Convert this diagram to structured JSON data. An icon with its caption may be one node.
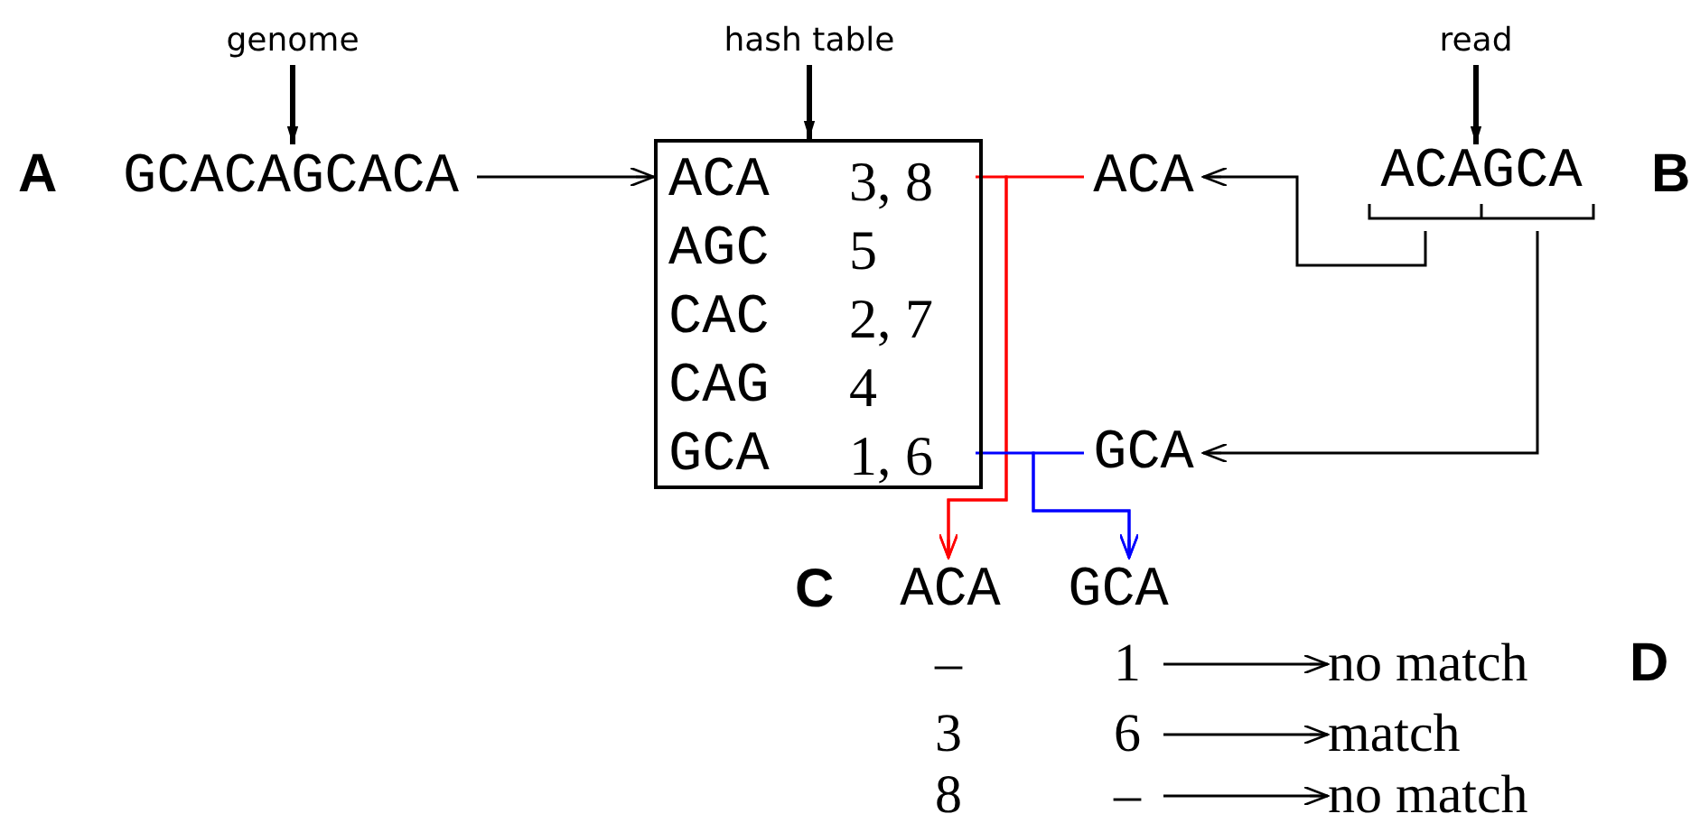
{
  "diagram": {
    "nodes": [
      {
        "text": [
          "genome"
        ]
      },
      {
        "text": [
          "GCACAGCACA"
        ]
      },
      {
        "text": [
          "hash table"
        ]
      },
      {
        "text": [],
        "shape": "box"
      },
      {
        "text": [
          "ACA",
          "3, 8"
        ],
        "in": 3
      },
      {
        "text": [
          "AGC",
          "5"
        ],
        "in": 3
      },
      {
        "text": [
          "CAC",
          "2, 7"
        ],
        "in": 3
      },
      {
        "text": [
          "CAG",
          "4"
        ],
        "in": 3
      },
      {
        "text": [
          "GCA",
          "1, 6"
        ],
        "in": 3
      },
      {
        "text": [
          "read"
        ]
      },
      {
        "text": [
          "ACAGCA"
        ]
      },
      {
        "text": [
          "ACA"
        ]
      },
      {
        "text": [
          "GCA"
        ]
      },
      {
        "text": [
          "ACA"
        ]
      },
      {
        "text": [
          "GCA"
        ]
      },
      {
        "text": [
          "–"
        ]
      },
      {
        "text": [
          "1"
        ]
      },
      {
        "text": [
          "no match"
        ]
      },
      {
        "text": [
          "3"
        ]
      },
      {
        "text": [
          "6"
        ]
      },
      {
        "text": [
          "match"
        ]
      },
      {
        "text": [
          "8"
        ]
      },
      {
        "text": [
          "–"
        ]
      },
      {
        "text": [
          "no match"
        ]
      }
    ],
    "edges": [
      {
        "from": 0,
        "to": 1,
        "arrow": "to",
        "style": "thick"
      },
      {
        "from": 1,
        "to": 3,
        "arrow": "to"
      },
      {
        "from": 2,
        "to": 3,
        "arrow": "to",
        "style": "thick"
      },
      {
        "from": 9,
        "to": 10,
        "arrow": "to",
        "style": "thick"
      },
      {
        "from": 10,
        "to": 11,
        "arrow": "to"
      },
      {
        "from": 10,
        "to": 12,
        "arrow": "to"
      },
      {
        "from": 4,
        "to": 13,
        "arrow": "to",
        "color": "#ff0000"
      },
      {
        "from": 11,
        "to": 13,
        "arrow": "to",
        "color": "#ff0000"
      },
      {
        "from": 8,
        "to": 14,
        "arrow": "to",
        "color": "#0000ff"
      },
      {
        "from": 12,
        "to": 14,
        "arrow": "to",
        "color": "#0000ff"
      },
      {
        "from": 16,
        "to": 17,
        "arrow": "to"
      },
      {
        "from": 19,
        "to": 20,
        "arrow": "to"
      },
      {
        "from": 22,
        "to": 23,
        "arrow": "to"
      }
    ],
    "labels": [
      "A",
      "B",
      "C",
      "D"
    ]
  }
}
